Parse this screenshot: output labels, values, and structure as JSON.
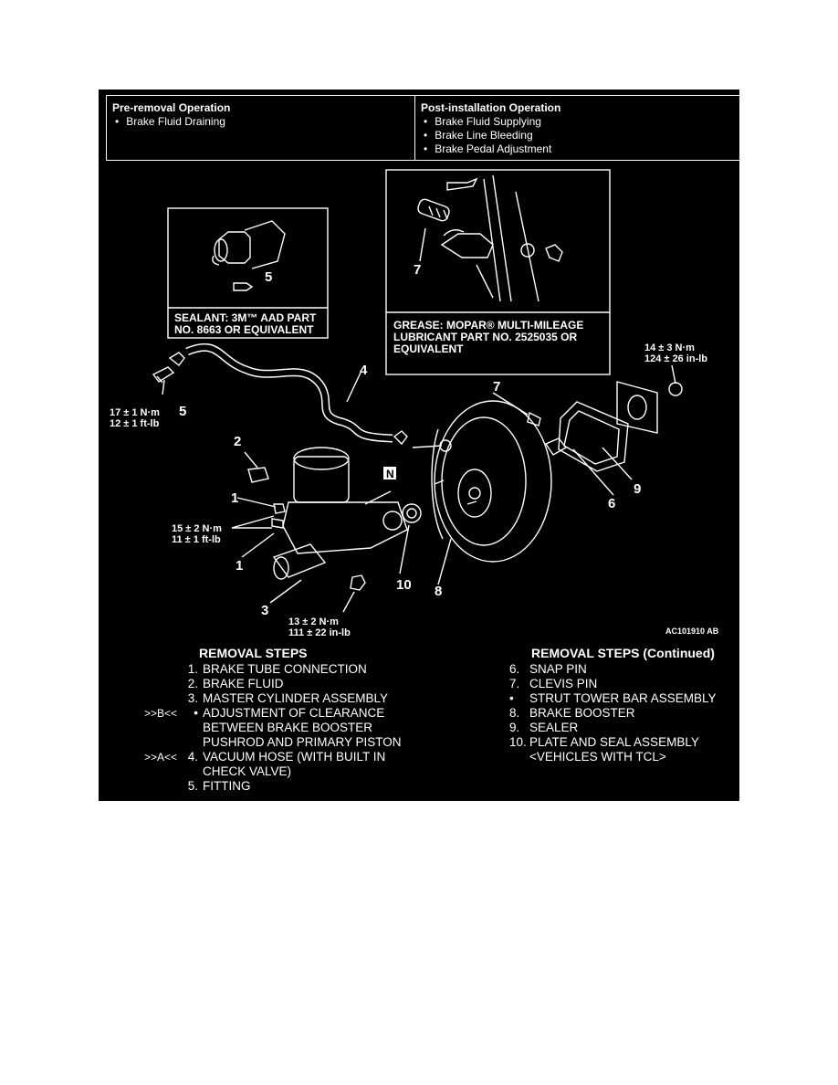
{
  "header": {
    "pre_title": "Pre-removal Operation",
    "pre_items": [
      "Brake Fluid Draining"
    ],
    "post_title": "Post-installation Operation",
    "post_items": [
      "Brake Fluid Supplying",
      "Brake Line Bleeding",
      "Brake Pedal Adjustment"
    ]
  },
  "callouts": {
    "sealant": [
      "SEALANT: 3M™ AAD PART",
      "NO. 8663 OR EQUIVALENT"
    ],
    "grease": [
      "GREASE: MOPAR® MULTI-MILEAGE",
      "LUBRICANT PART NO. 2525035 OR",
      "EQUIVALENT"
    ]
  },
  "torques": {
    "t1": [
      "14 ± 3 N·m",
      "124 ± 26 in-lb"
    ],
    "t2": [
      "17 ± 1 N·m",
      "12 ± 1 ft-lb"
    ],
    "t3": [
      "15 ± 2 N·m",
      "11 ± 1 ft-lb"
    ],
    "t4": [
      "13 ± 2 N·m",
      "111 ± 22 in-lb"
    ]
  },
  "labels": {
    "n1": "1",
    "n2": "2",
    "n3": "3",
    "n4": "4",
    "n5": "5",
    "n6": "6",
    "n7": "7",
    "n8": "8",
    "n9": "9",
    "n10": "10",
    "n_mark": "N",
    "fig_code": "AC101910 AB"
  },
  "removal_steps": {
    "title": "REMOVAL STEPS",
    "steps": [
      {
        "pre": "",
        "num": "1.",
        "text": "BRAKE TUBE CONNECTION"
      },
      {
        "pre": "",
        "num": "2.",
        "text": "BRAKE FLUID"
      },
      {
        "pre": "",
        "num": "3.",
        "text": "MASTER CYLINDER ASSEMBLY"
      },
      {
        "pre": ">>B<<",
        "num": "•",
        "text": "ADJUSTMENT OF CLEARANCE"
      },
      {
        "pre": "",
        "num": "",
        "text": "BETWEEN BRAKE BOOSTER"
      },
      {
        "pre": "",
        "num": "",
        "text": "PUSHROD AND PRIMARY PISTON"
      },
      {
        "pre": ">>A<<",
        "num": "4.",
        "text": "VACUUM HOSE (WITH BUILT IN"
      },
      {
        "pre": "",
        "num": "",
        "text": "CHECK VALVE)"
      },
      {
        "pre": "",
        "num": "5.",
        "text": "FITTING"
      }
    ]
  },
  "removal_steps_cont": {
    "title": "REMOVAL STEPS (Continued)",
    "steps": [
      {
        "num": "6.",
        "text": "SNAP PIN"
      },
      {
        "num": "7.",
        "text": "CLEVIS PIN"
      },
      {
        "num": "•",
        "text": "STRUT TOWER BAR ASSEMBLY"
      },
      {
        "num": "8.",
        "text": "BRAKE BOOSTER"
      },
      {
        "num": "9.",
        "text": "SEALER"
      },
      {
        "num": "10.",
        "text": "PLATE AND SEAL ASSEMBLY"
      },
      {
        "num": "",
        "text": "<VEHICLES WITH TCL>"
      }
    ]
  }
}
